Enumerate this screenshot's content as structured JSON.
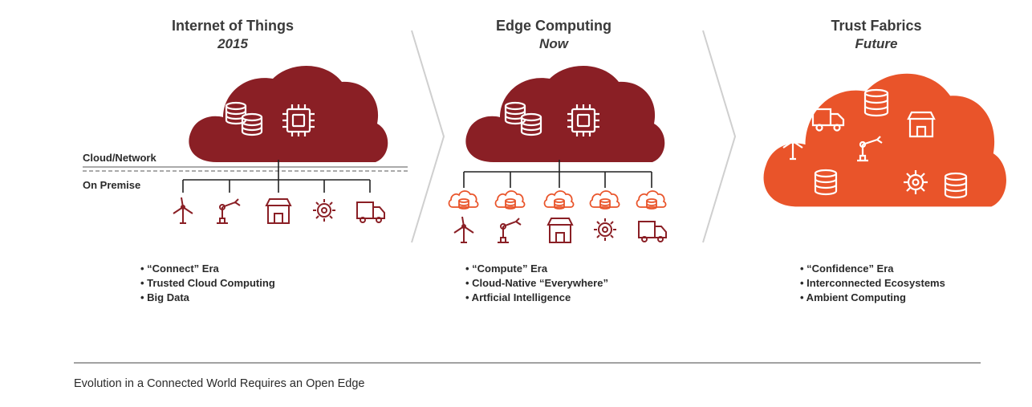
{
  "colors": {
    "dark_red": "#8a1f25",
    "orange_red": "#e9542a",
    "text": "#2a2a2a",
    "divider": "#cfcfcf"
  },
  "panels": [
    {
      "title": "Internet of Things",
      "subtitle": "2015",
      "cloud_icons": [
        "database-icon",
        "chip-icon"
      ],
      "device_icons": [
        "wind-turbine-icon",
        "robot-arm-icon",
        "store-icon",
        "gear-network-icon",
        "truck-icon"
      ],
      "bullets": [
        "• “Connect” Era",
        "• Trusted Cloud Computing",
        "• Big Data"
      ]
    },
    {
      "title": "Edge Computing",
      "subtitle": "Now",
      "cloud_icons": [
        "database-icon",
        "chip-icon"
      ],
      "edge_icons": [
        "edge-cloud-icon",
        "edge-cloud-icon",
        "edge-cloud-icon",
        "edge-cloud-icon",
        "edge-cloud-icon"
      ],
      "device_icons": [
        "wind-turbine-icon",
        "robot-arm-icon",
        "store-icon",
        "gear-network-icon",
        "truck-icon"
      ],
      "bullets": [
        "• “Compute” Era",
        "• Cloud-Native “Everywhere”",
        "• Artficial Intelligence"
      ]
    },
    {
      "title": "Trust Fabrics",
      "subtitle": "Future",
      "cloud_icons": [
        "truck-icon",
        "database-icon",
        "store-icon",
        "wind-turbine-icon",
        "robot-arm-icon",
        "database-icon",
        "gear-network-icon",
        "database-icon"
      ],
      "bullets": [
        "• “Confidence” Era",
        "• Interconnected Ecosystems",
        "• Ambient Computing"
      ]
    }
  ],
  "boundary": {
    "upper_label": "Cloud/Network",
    "lower_label": "On Premise"
  },
  "footer": {
    "caption": "Evolution in a Connected World Requires an Open Edge"
  }
}
